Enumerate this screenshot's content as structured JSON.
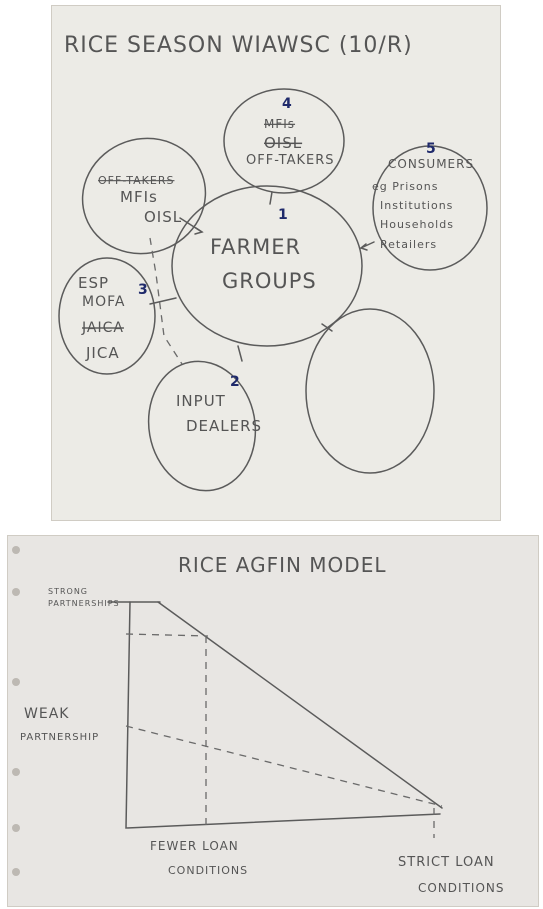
{
  "top_sheet": {
    "title": "RICE SEASON WIAWSC (10/R)",
    "nodes": {
      "farmer_groups": {
        "number": "1",
        "line1": "FARMER",
        "line2": "GROUPS"
      },
      "input_dealers": {
        "number": "2",
        "line1": "INPUT",
        "line2": "DEALERS"
      },
      "esp_mofa_jica": {
        "number": "3",
        "line1": "ESP",
        "line2": "MOFA",
        "line3_struck": "JAICA",
        "line4": "JICA"
      },
      "off_takers": {
        "number": "4",
        "line1": "MFIs",
        "line2": "OISL",
        "line3": "OFF-TAKERS"
      },
      "consumers": {
        "number": "5",
        "line1": "CONSUMERS",
        "line2": "eg Prisons",
        "line3": "Institutions",
        "line4": "Households",
        "line5": "Retailers"
      },
      "mfis_oisl": {
        "line1_struck": "OFF-TAKERS",
        "line2": "MFIs",
        "line3": "OISL"
      },
      "empty_circle": {}
    }
  },
  "bottom_sheet": {
    "title": "RICE AGFIN MODEL",
    "y_top_label_line1": "STRONG",
    "y_top_label_line2": "PARTNERSHIPS",
    "y_mid_label_line1": "WEAK",
    "y_mid_label_line2": "PARTNERSHIP",
    "x_left_label_line1": "FEWER LOAN",
    "x_left_label_line2": "CONDITIONS",
    "x_right_label_line1": "STRICT LOAN",
    "x_right_label_line2": "CONDITIONS"
  }
}
